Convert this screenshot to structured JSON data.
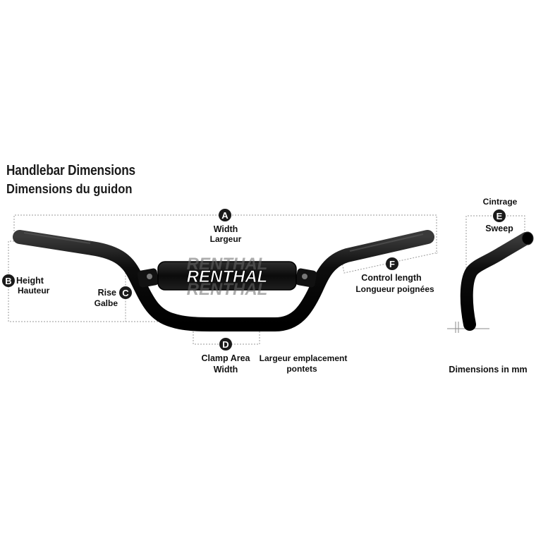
{
  "title": {
    "en": "Handlebar Dimensions",
    "fr": "Dimensions du guidon"
  },
  "pad_brand": "RENTHAL",
  "dimensions": {
    "A": {
      "letter": "A",
      "en": "Width",
      "fr": "Largeur"
    },
    "B": {
      "letter": "B",
      "en": "Height",
      "fr": "Hauteur"
    },
    "C": {
      "letter": "C",
      "en": "Rise",
      "fr": "Galbe"
    },
    "D": {
      "letter": "D",
      "en_line1": "Clamp Area",
      "en_line2": "Width",
      "fr_line1": "Largeur emplacement",
      "fr_line2": "pontets"
    },
    "E": {
      "letter": "E",
      "fr": "Cintrage",
      "en": "Sweep"
    },
    "F": {
      "letter": "F",
      "en": "Control length",
      "fr": "Longueur poignées"
    }
  },
  "units_note": "Dimensions in mm",
  "colors": {
    "bar": "#0a0a0a",
    "badge": "#1a1a1a",
    "dimension_line": "#9a9a9a",
    "pad_text": "#ffffff"
  }
}
